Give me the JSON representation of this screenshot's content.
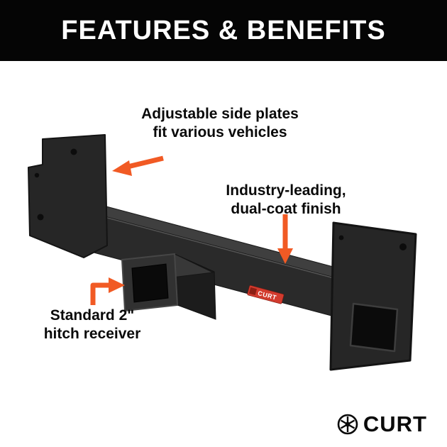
{
  "header": {
    "title": "FEATURES & BENEFITS"
  },
  "callouts": {
    "side_plates": {
      "line1": "Adjustable side plates",
      "line2": "fit various vehicles"
    },
    "finish": {
      "line1": "Industry-leading,",
      "line2": "dual-coat finish"
    },
    "receiver": {
      "line1": "Standard 2\"",
      "line2": "hitch receiver"
    }
  },
  "product": {
    "description": "Black weld-on trailer hitch with adjustable side plates and 2-inch receiver tube",
    "sticker_brand": "CURT"
  },
  "branding": {
    "logo_text": "CURT"
  },
  "colors": {
    "accent_orange": "#F15A24",
    "banner_black": "#050505",
    "hitch_dark": "#2a2a2a",
    "sticker_red": "#d23b2e"
  }
}
